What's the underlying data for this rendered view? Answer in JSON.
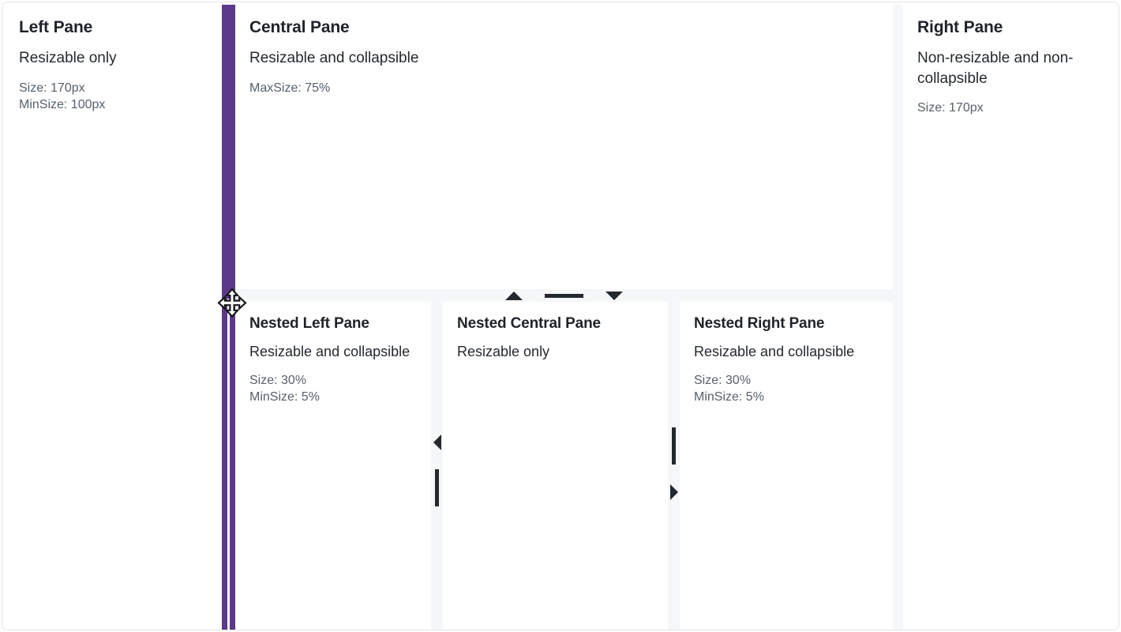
{
  "layout": {
    "component": "resizable-panes",
    "accent_color": "#5b3a89",
    "divider_color": "#f6f7f8",
    "glyph_color": "#24292f",
    "background": "#ffffff"
  },
  "left_pane": {
    "title": "Left Pane",
    "description": "Resizable only",
    "size": "Size: 170px",
    "min_size": "MinSize: 100px"
  },
  "central_pane": {
    "title": "Central Pane",
    "description": "Resizable and collapsible",
    "max_size": "MaxSize: 75%"
  },
  "right_pane": {
    "title": "Right Pane",
    "description": "Non-resizable and non-collapsible",
    "size": "Size: 170px"
  },
  "nested_left_pane": {
    "title": "Nested Left Pane",
    "description": "Resizable and collapsible",
    "size": "Size: 30%",
    "min_size": "MinSize: 5%"
  },
  "nested_central_pane": {
    "title": "Nested Central Pane",
    "description": "Resizable only"
  },
  "nested_right_pane": {
    "title": "Nested Right Pane",
    "description": "Resizable and collapsible",
    "size": "Size: 30%",
    "min_size": "MinSize: 5%"
  },
  "handles": {
    "vertical_main": "vertical-resize-handle",
    "horizontal_central": "horizontal-resize-handle",
    "collapse_up": "triangle-up-icon",
    "collapse_down": "triangle-down-icon",
    "grip_horizontal": "grip-bar-icon",
    "collapse_left": "triangle-left-icon",
    "collapse_right": "triangle-right-icon",
    "grip_vertical": "grip-bar-icon",
    "cursor": "move-cursor-icon"
  }
}
